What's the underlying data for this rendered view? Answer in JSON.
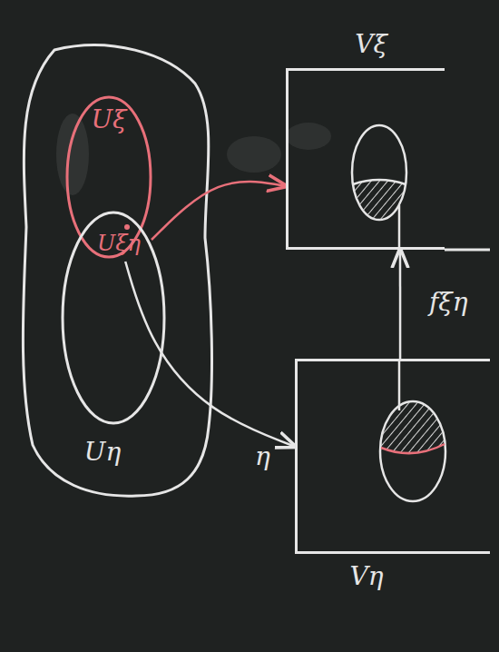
{
  "diagram": {
    "nodes": [
      {
        "text": [
          "Uξ"
        ]
      },
      {
        "text": [
          "Uξη"
        ],
        "in": 0
      },
      {
        "text": [
          "Vξ"
        ]
      },
      {
        "text": [
          "Uη"
        ]
      },
      {
        "text": [
          "Vη"
        ]
      }
    ],
    "edges": [
      {
        "from": 1,
        "to": 2,
        "arrow": "to"
      },
      {
        "from": 1,
        "to": 4,
        "arrow": "to",
        "label": "η"
      },
      {
        "from": 4,
        "to": 2,
        "arrow": "to",
        "label": "fξη"
      }
    ]
  }
}
